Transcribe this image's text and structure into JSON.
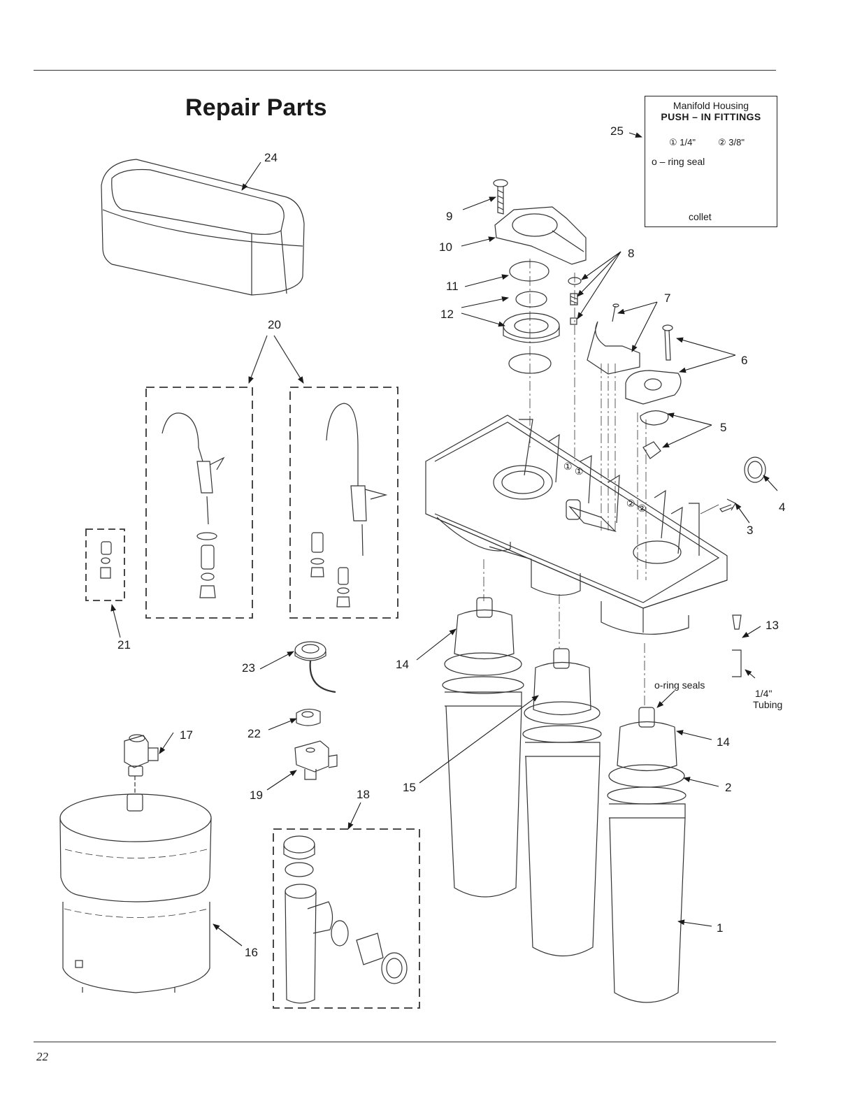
{
  "page": {
    "title": "Repair Parts",
    "page_number": "22"
  },
  "inset": {
    "title": "Manifold Housing",
    "subtitle": "PUSH – IN FITTINGS",
    "size_1": "① 1/4\"",
    "size_2": "② 3/8\"",
    "oring_label": "o – ring seal",
    "collet_label": "collet"
  },
  "callouts": {
    "c1": "1",
    "c2": "2",
    "c3": "3",
    "c4": "4",
    "c5": "5",
    "c6": "6",
    "c7": "7",
    "c8": "8",
    "c9": "9",
    "c10": "10",
    "c11": "11",
    "c12": "12",
    "c13": "13",
    "c14a": "14",
    "c14b": "14",
    "c15": "15",
    "c16": "16",
    "c17": "17",
    "c18": "18",
    "c19": "19",
    "c20": "20",
    "c21": "21",
    "c22": "22",
    "c23": "23",
    "c24": "24",
    "c25": "25"
  },
  "notes": {
    "oring_seals": "o-ring seals",
    "tubing_size": "1/4\"",
    "tubing_label": "Tubing"
  },
  "manifold_marks": [
    "①",
    "①",
    "②",
    "②"
  ],
  "colors": {
    "ink": "#1a1a1a",
    "line": "#333333"
  }
}
